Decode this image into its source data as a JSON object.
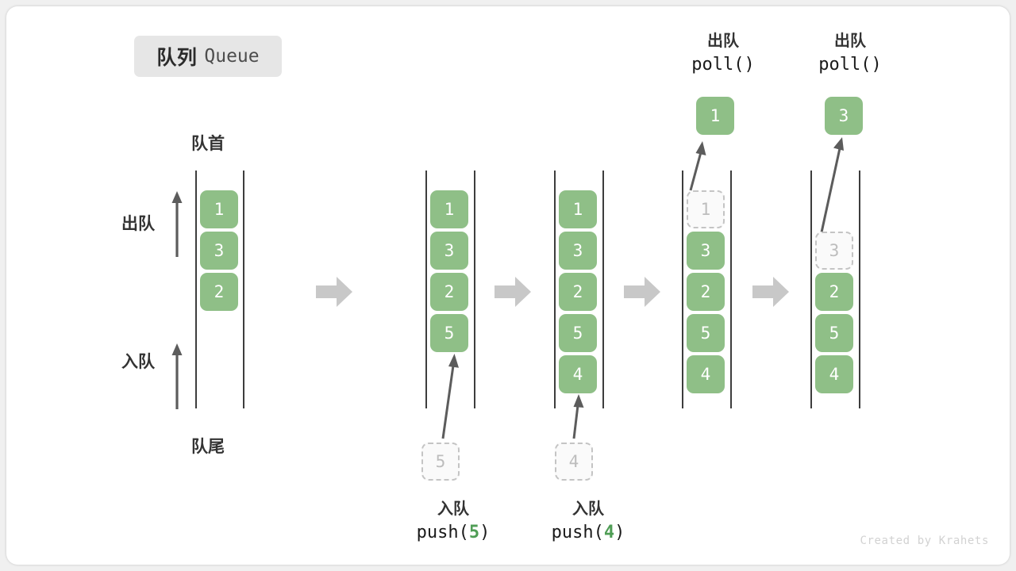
{
  "title": {
    "cn": "队列",
    "en": "Queue"
  },
  "labels": {
    "front": "队首",
    "rear": "队尾",
    "dequeue": "出队",
    "enqueue": "入队"
  },
  "colors": {
    "element_fill": "#8fbf87",
    "element_text": "#ffffff",
    "ghost_fill": "#fafafa",
    "ghost_border": "#c4c4c4",
    "ghost_text": "#bdbdbd",
    "rail": "#3d3d3d",
    "step_arrow": "#c8c8c8",
    "op_arrow": "#5c5c5c",
    "title_chip_bg": "#e6e6e6",
    "code_number": "#4f9d55",
    "card_bg": "#ffffff",
    "page_bg": "#f0f0f0"
  },
  "stacks": [
    {
      "name": "initial",
      "cells": [
        {
          "value": "1",
          "state": "filled"
        },
        {
          "value": "3",
          "state": "filled"
        },
        {
          "value": "2",
          "state": "filled"
        }
      ]
    },
    {
      "name": "after-push-5",
      "cells": [
        {
          "value": "1",
          "state": "filled"
        },
        {
          "value": "3",
          "state": "filled"
        },
        {
          "value": "2",
          "state": "filled"
        },
        {
          "value": "5",
          "state": "filled"
        }
      ]
    },
    {
      "name": "after-push-4",
      "cells": [
        {
          "value": "1",
          "state": "filled"
        },
        {
          "value": "3",
          "state": "filled"
        },
        {
          "value": "2",
          "state": "filled"
        },
        {
          "value": "5",
          "state": "filled"
        },
        {
          "value": "4",
          "state": "filled"
        }
      ]
    },
    {
      "name": "poll-1",
      "cells": [
        {
          "value": "1",
          "state": "ghost"
        },
        {
          "value": "3",
          "state": "filled"
        },
        {
          "value": "2",
          "state": "filled"
        },
        {
          "value": "5",
          "state": "filled"
        },
        {
          "value": "4",
          "state": "filled"
        }
      ]
    },
    {
      "name": "poll-3",
      "cells": [
        {
          "value": "",
          "state": "empty"
        },
        {
          "value": "3",
          "state": "ghost"
        },
        {
          "value": "2",
          "state": "filled"
        },
        {
          "value": "5",
          "state": "filled"
        },
        {
          "value": "4",
          "state": "filled"
        }
      ]
    }
  ],
  "operations": {
    "push_5": {
      "cn": "入队",
      "code_prefix": "push(",
      "code_num": "5",
      "code_suffix": ")",
      "pending_value": "5"
    },
    "push_4": {
      "cn": "入队",
      "code_prefix": "push(",
      "code_num": "4",
      "code_suffix": ")",
      "pending_value": "4"
    },
    "poll_1": {
      "cn": "出队",
      "code": "poll()",
      "popped_value": "1"
    },
    "poll_3": {
      "cn": "出队",
      "code": "poll()",
      "popped_value": "3"
    }
  },
  "footer": "Created by Krahets"
}
